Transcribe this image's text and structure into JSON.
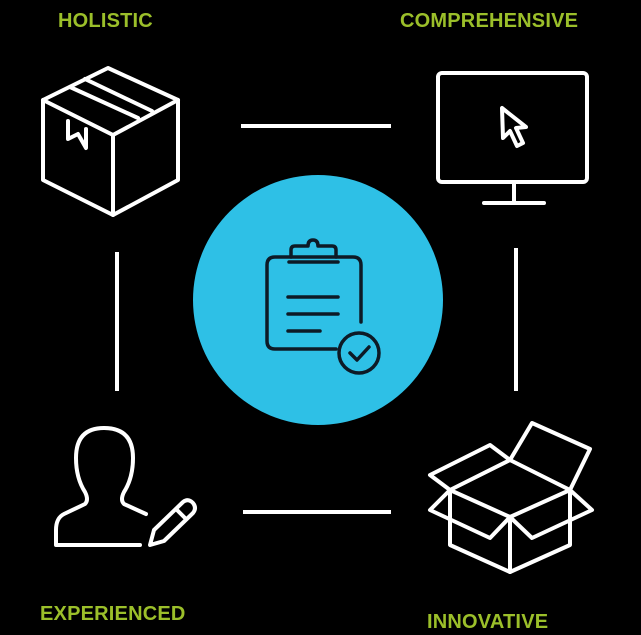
{
  "labels": {
    "top_left": "HOLISTIC",
    "top_right": "COMPREHENSIVE",
    "bottom_left": "EXPERIENCED",
    "bottom_right": "INNOVATIVE"
  },
  "colors": {
    "background": "#000000",
    "label": "#9bbf2a",
    "accent_circle": "#2ec0e6",
    "line": "#ffffff",
    "icon_stroke": "#ffffff",
    "center_icon_stroke": "#0d1a26"
  },
  "icons": {
    "top_left": "box-icon",
    "top_right": "monitor-cursor-icon",
    "bottom_left": "user-edit-icon",
    "bottom_right": "open-box-icon",
    "center": "clipboard-check-icon"
  }
}
